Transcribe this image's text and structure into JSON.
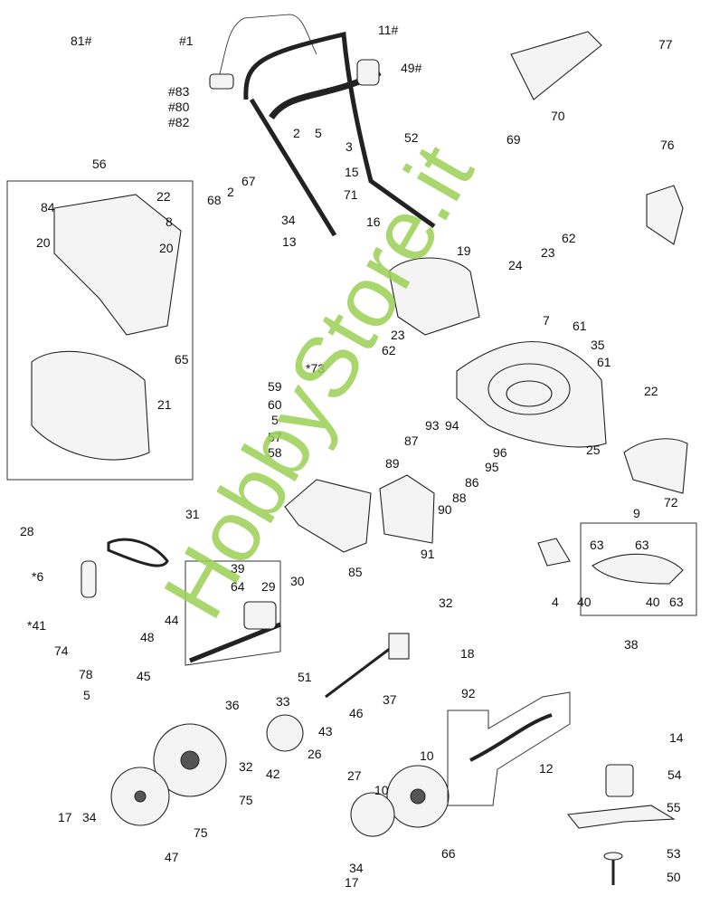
{
  "diagram": {
    "watermark": "HobbyStore.it",
    "labels": [
      "81#",
      "#1",
      "11#",
      "49#",
      "#83",
      "#80",
      "#82",
      "2",
      "5",
      "52",
      "3",
      "15",
      "67",
      "2",
      "68",
      "71",
      "34",
      "16",
      "13",
      "56",
      "22",
      "84",
      "8",
      "20",
      "20",
      "65",
      "21",
      "19",
      "23",
      "62",
      "24",
      "7",
      "61",
      "23",
      "62",
      "35",
      "61",
      "*73",
      "59",
      "60",
      "5",
      "57",
      "58",
      "93",
      "94",
      "87",
      "96",
      "89",
      "95",
      "86",
      "88",
      "90",
      "22",
      "25",
      "72",
      "28",
      "31",
      "39",
      "64",
      "29",
      "30",
      "*6",
      "44",
      "48",
      "*41",
      "74",
      "78",
      "5",
      "85",
      "91",
      "9",
      "63",
      "63",
      "4",
      "40",
      "40",
      "63",
      "38",
      "32",
      "18",
      "51",
      "33",
      "37",
      "46",
      "43",
      "26",
      "36",
      "32",
      "42",
      "45",
      "75",
      "75",
      "92",
      "12",
      "10",
      "10",
      "27",
      "66",
      "17",
      "34",
      "47",
      "34",
      "17",
      "14",
      "54",
      "55",
      "53",
      "50",
      "69",
      "70",
      "77",
      "76"
    ]
  }
}
